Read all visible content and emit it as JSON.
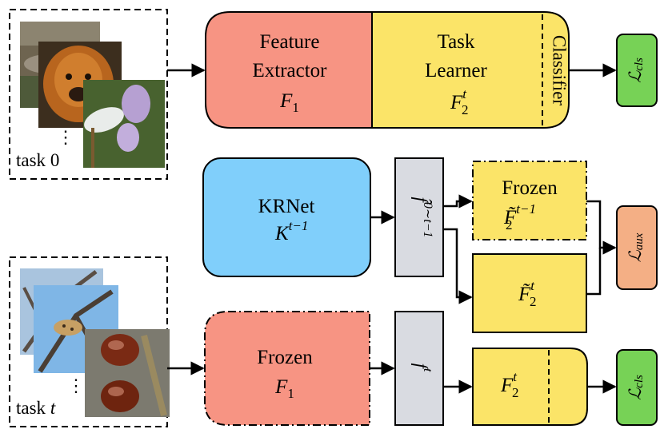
{
  "colors": {
    "feature_extractor": "#F79483",
    "task_learner": "#FBE468",
    "krnet": "#80CFFB",
    "projector": "#D9DBE1",
    "loss_cls": "#77D256",
    "loss_aux": "#F4AF85",
    "stroke": "#000000",
    "photo_sky": "#7FB6E6",
    "photo_fur": "#B8651E",
    "photo_green": "#5C7D3A"
  },
  "input_top": {
    "label_text": "task",
    "label_var": "0",
    "ellipsis": "⋮",
    "images": [
      "rocks-photo",
      "dog-photo",
      "flower-photo"
    ]
  },
  "input_bottom": {
    "label_text": "task",
    "label_var": "t",
    "ellipsis": "⋮",
    "images": [
      "bird-photo",
      "leopard-photo",
      "chestnut-photo"
    ]
  },
  "top_model": {
    "feature_extractor": {
      "line1": "Feature",
      "line2": "Extractor",
      "symbol": "F",
      "sub": "1"
    },
    "task_learner": {
      "line1": "Task",
      "line2": "Learner",
      "symbol": "F",
      "sub": "2",
      "sup": "t"
    },
    "classifier": {
      "label": "Classifier"
    }
  },
  "krnet": {
    "name": "KRNet",
    "symbol": "K",
    "sup": "t−1"
  },
  "projector_old": {
    "symbol": "f̂",
    "sup": "0∼t−1"
  },
  "frozen_old_learner": {
    "title": "Frozen",
    "symbol": "F̃",
    "sub": "2",
    "sup": "t−1"
  },
  "current_old_learner": {
    "symbol": "F̃",
    "sub": "2",
    "sup": "t"
  },
  "frozen_extractor": {
    "title": "Frozen",
    "symbol": "F",
    "sub": "1"
  },
  "projector_new": {
    "symbol": "f",
    "sup": "t"
  },
  "bottom_learner": {
    "symbol": "F",
    "sub": "2",
    "sup": "t"
  },
  "losses": {
    "cls_top": {
      "symbol": "ℒ",
      "sub": "cls"
    },
    "aux": {
      "symbol": "ℒ",
      "sub": "aux"
    },
    "cls_bottom": {
      "symbol": "ℒ",
      "sub": "cls"
    }
  }
}
